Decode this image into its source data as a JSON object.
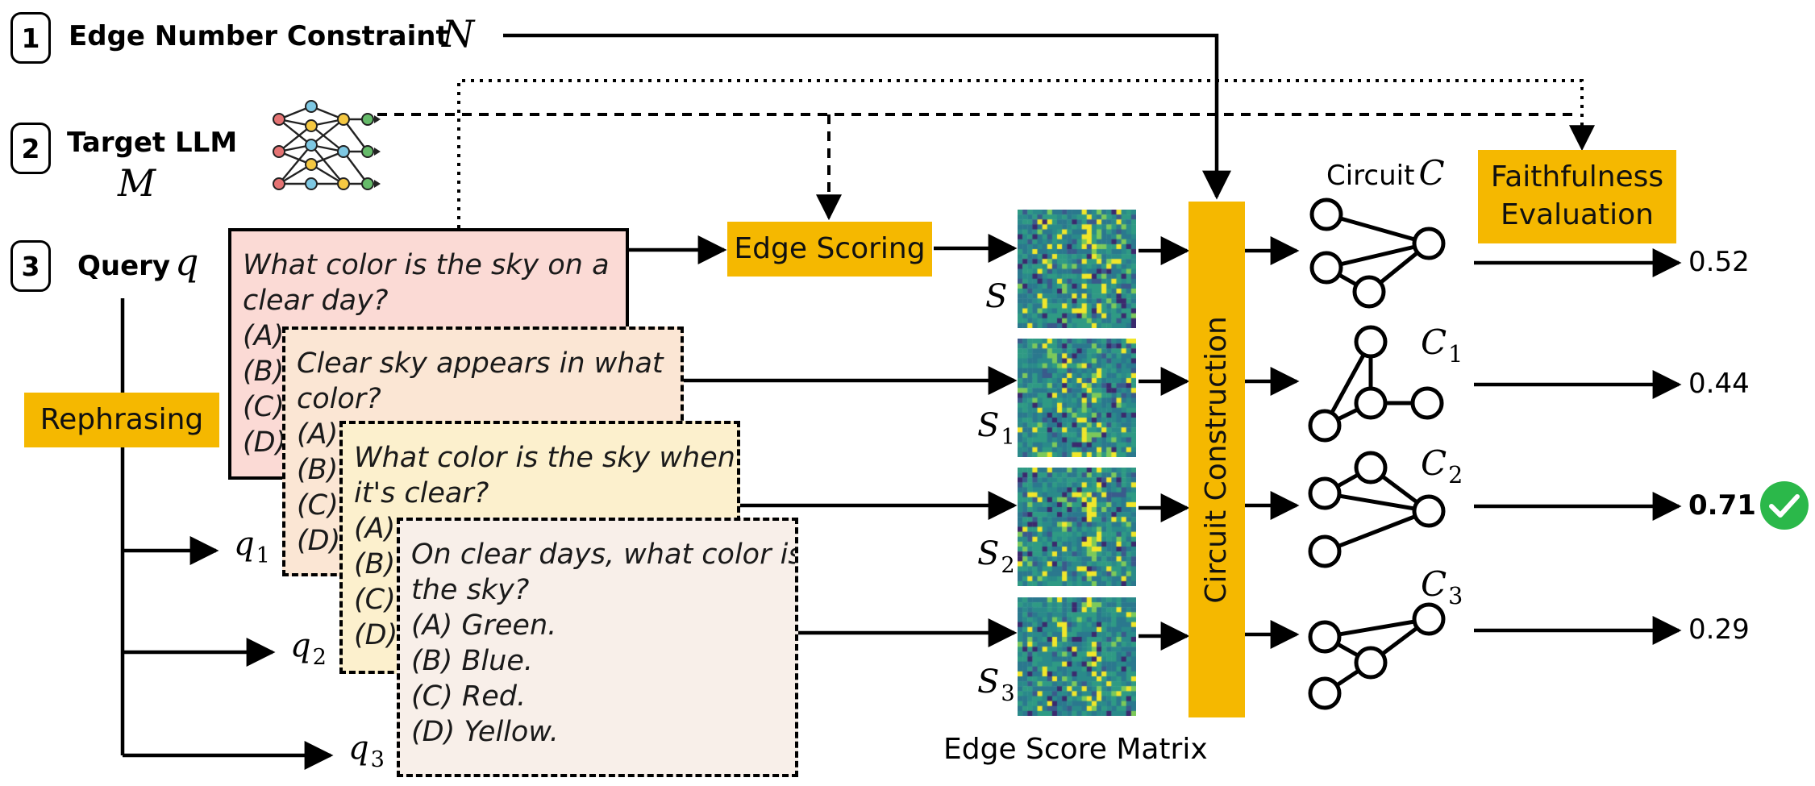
{
  "steps": [
    {
      "number": "1",
      "label": "Edge Number Constraint",
      "symbol": "N"
    },
    {
      "number": "2",
      "label": "Target LLM",
      "symbol": "M"
    },
    {
      "number": "3",
      "label": "Query",
      "symbol": "q"
    }
  ],
  "rephrasing_label": "Rephrasing",
  "edge_scoring_label": "Edge Scoring",
  "circuit_construction_label": "Circuit Construction",
  "faithfulness": {
    "line1": "Faithfulness",
    "line2": "Evaluation"
  },
  "edge_score_matrix_label": "Edge Score Matrix",
  "circuit_label": "Circuit",
  "queries": [
    {
      "name": "q",
      "sub": "",
      "question_lines": [
        "What color is the sky on a",
        "clear day?"
      ],
      "options": [
        "(A)",
        "(B)",
        "(C)",
        "(D)"
      ],
      "fill": "#fbdad5",
      "matrix": {
        "name": "S",
        "sub": ""
      },
      "circuit": {
        "name": "C",
        "sub": ""
      },
      "score": "0.52",
      "best": false
    },
    {
      "name": "q",
      "sub": "1",
      "question_lines": [
        "Clear sky appears in what",
        "color?"
      ],
      "options": [
        "(A)",
        "(B)",
        "(C)",
        "(D)"
      ],
      "fill": "#fbe6d4",
      "matrix": {
        "name": "S",
        "sub": "1"
      },
      "circuit": {
        "name": "C",
        "sub": "1"
      },
      "score": "0.44",
      "best": false
    },
    {
      "name": "q",
      "sub": "2",
      "question_lines": [
        "What color is the sky when",
        "it's clear?"
      ],
      "options": [
        "(A)",
        "(B)",
        "(C)",
        "(D)"
      ],
      "fill": "#fcf0cd",
      "matrix": {
        "name": "S",
        "sub": "2"
      },
      "circuit": {
        "name": "C",
        "sub": "2"
      },
      "score": "0.71",
      "best": true
    },
    {
      "name": "q",
      "sub": "3",
      "question_lines": [
        "On clear days, what color is",
        "the sky?"
      ],
      "options": [
        "(A) Green.",
        "(B) Blue.",
        "(C) Red.",
        "(D) Yellow."
      ],
      "fill": "#f8efe9",
      "matrix": {
        "name": "S",
        "sub": "3"
      },
      "circuit": {
        "name": "C",
        "sub": "3"
      },
      "score": "0.29",
      "best": false
    }
  ],
  "colors": {
    "accent_yellow": "#f5b800",
    "check_green": "#2bb84a",
    "matrix_base": "#2b8a8e"
  },
  "icons": {
    "llm": "neural-network-icon",
    "best": "check-circle-icon"
  }
}
